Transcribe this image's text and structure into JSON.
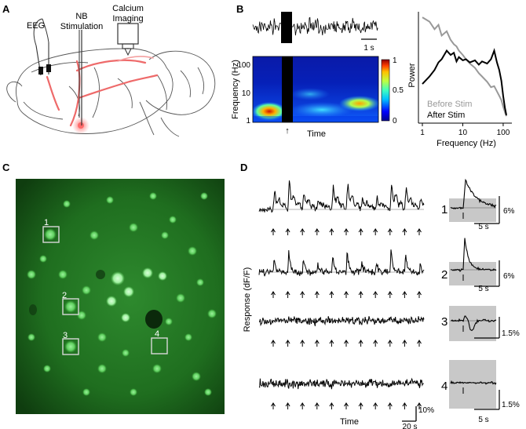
{
  "panels": {
    "A": "A",
    "B": "B",
    "C": "C",
    "D": "D"
  },
  "panel_a": {
    "eeg": "EEG",
    "nb_line1": "NB",
    "nb_line2": "Stimulation",
    "ca_line1": "Calcium",
    "ca_line2": "Imaging"
  },
  "panel_b": {
    "eeg_scalebar": "1 s",
    "spec_ylabel": "Frequency (Hz)",
    "spec_yticks": [
      "100",
      "10",
      "1"
    ],
    "spec_xlabel": "Time",
    "cbar_ticks": [
      "1",
      "0.5",
      "0"
    ],
    "stim_arrow": "↑"
  },
  "chart_data": [
    {
      "type": "line",
      "title": "",
      "xlabel": "Frequency (Hz)",
      "ylabel": "Power",
      "xscale": "log",
      "xlim": [
        1,
        150
      ],
      "x_ticks": [
        "1",
        "10",
        "100"
      ],
      "grid": false,
      "legend": "bottom-left",
      "series": [
        {
          "name": "Before Stim",
          "color": "#999999",
          "x": [
            1,
            1.5,
            2,
            2.5,
            3,
            4,
            5,
            6,
            7,
            8,
            10,
            12,
            15,
            20,
            25,
            30,
            40,
            50,
            60,
            70,
            80,
            90,
            100,
            110,
            120
          ],
          "y": [
            0.97,
            0.93,
            0.86,
            0.9,
            0.8,
            0.84,
            0.76,
            0.72,
            0.7,
            0.66,
            0.62,
            0.58,
            0.54,
            0.5,
            0.45,
            0.42,
            0.37,
            0.32,
            0.33,
            0.28,
            0.24,
            0.2,
            0.14,
            0.09,
            0.05
          ]
        },
        {
          "name": "After Stim",
          "color": "#000000",
          "x": [
            1,
            1.5,
            2,
            2.5,
            3,
            4,
            5,
            6,
            7,
            8,
            10,
            12,
            15,
            20,
            25,
            30,
            40,
            50,
            60,
            70,
            80,
            90,
            100,
            110,
            120
          ],
          "y": [
            0.35,
            0.42,
            0.48,
            0.55,
            0.58,
            0.66,
            0.62,
            0.64,
            0.56,
            0.6,
            0.57,
            0.58,
            0.55,
            0.57,
            0.53,
            0.56,
            0.54,
            0.58,
            0.66,
            0.55,
            0.48,
            0.38,
            0.24,
            0.13,
            0.06
          ]
        }
      ]
    }
  ],
  "panel_c": {
    "rois": [
      "1",
      "2",
      "3",
      "4"
    ]
  },
  "panel_d": {
    "ylabel": "Response (dF/F)",
    "xlabel": "Time",
    "trace_numbers": [
      "1",
      "2",
      "3",
      "4"
    ],
    "stim_count": 11,
    "amp_scale": "10%",
    "time_scale": "20 s",
    "avg_time_scale": "5 s",
    "avg_amp_scales": [
      "6%",
      "6%",
      "1.5%",
      "1.5%"
    ]
  }
}
